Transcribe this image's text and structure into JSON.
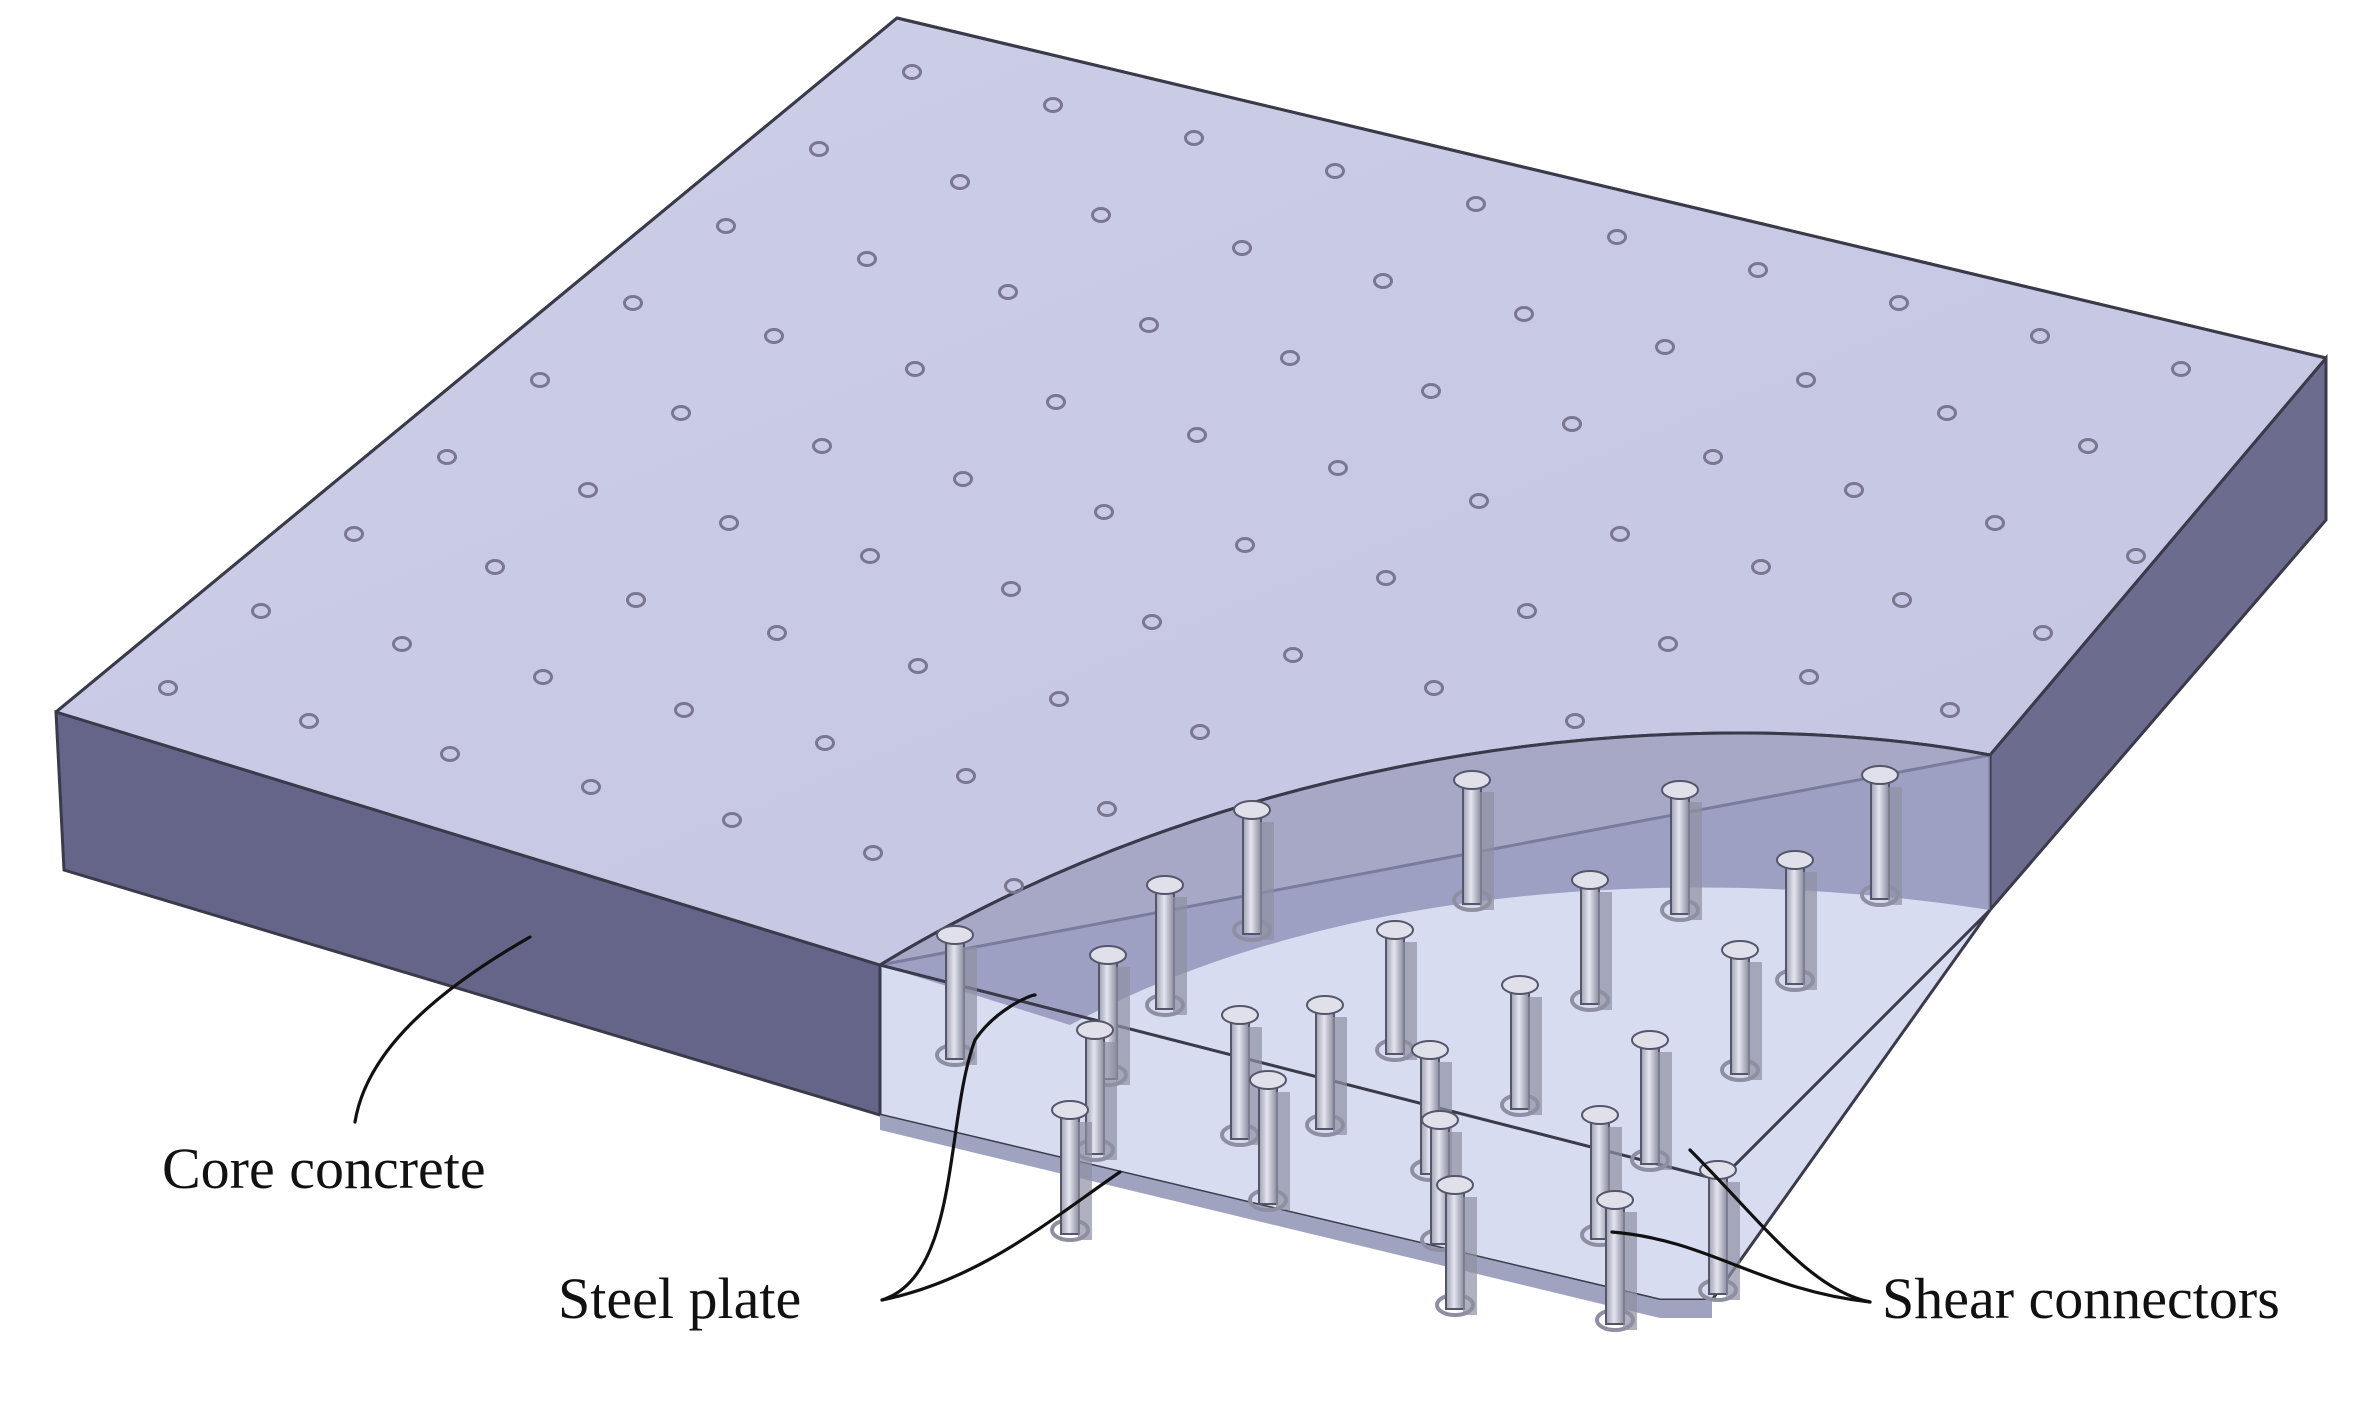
{
  "figure": {
    "labels": {
      "core_concrete": "Core concrete",
      "steel_plate": "Steel plate",
      "shear_connectors": "Shear connectors"
    },
    "colors": {
      "top_surface": "#c6c8e4",
      "top_surface_light": "#d4d6ee",
      "side_face": "#6c6c8e",
      "side_face_dark": "#5d5d7e",
      "cutaway_bottom": "#d6dbf0",
      "transparent_concrete": "#8d8fb5",
      "hole_ring": "#77778f",
      "stud": "#c8cad8",
      "stud_shade": "#8e90a2",
      "leader_line": "#111111"
    },
    "icons": {
      "top_hole": "small-ring",
      "stud": "headed-stud"
    }
  }
}
